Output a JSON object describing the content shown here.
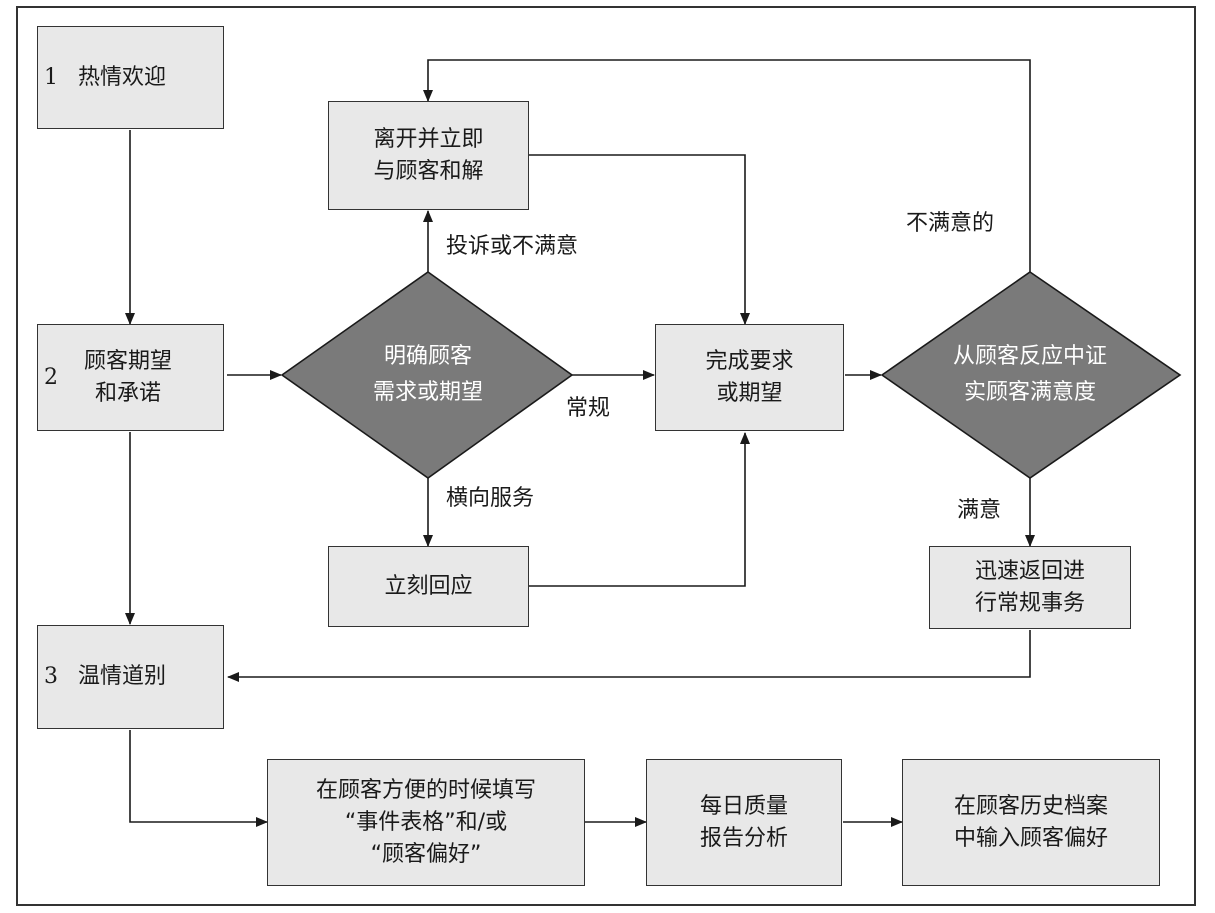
{
  "steps": {
    "welcome": {
      "num": "1",
      "label": "热情欢迎"
    },
    "expect": {
      "num": "2",
      "line1": "顾客期望",
      "line2": "和承诺"
    },
    "farewell": {
      "num": "3",
      "label": "温情道别"
    }
  },
  "boxes": {
    "reconcile": {
      "line1": "离开并立即",
      "line2": "与顾客和解"
    },
    "respond": {
      "label": "立刻回应"
    },
    "complete": {
      "line1": "完成要求",
      "line2": "或期望"
    },
    "return": {
      "line1": "迅速返回进",
      "line2": "行常规事务"
    },
    "form": {
      "line1": "在顾客方便的时候填写",
      "line2": "“事件表格”和/或",
      "line3": "“顾客偏好”"
    },
    "report": {
      "line1": "每日质量",
      "line2": "报告分析"
    },
    "history": {
      "line1": "在顾客历史档案",
      "line2": "中输入顾客偏好"
    }
  },
  "diamonds": {
    "clarify": {
      "line1": "明确顾客",
      "line2": "需求或期望"
    },
    "verify": {
      "line1": "从顾客反应中证",
      "line2": "实顾客满意度"
    }
  },
  "edge_labels": {
    "complaint": "投诉或不满意",
    "routine": "常规",
    "lateral": "横向服务",
    "unsatisfied": "不满意的",
    "satisfied": "满意"
  },
  "colors": {
    "box_fill": "#e8e8e8",
    "diamond_fill": "#7a7a7a",
    "line": "#1a1a1a"
  }
}
